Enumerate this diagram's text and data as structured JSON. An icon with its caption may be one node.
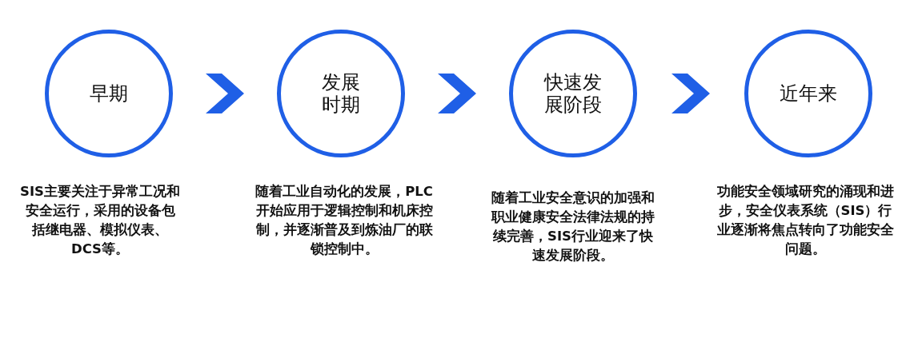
{
  "diagram": {
    "nodes": [
      {
        "text": [
          "早期"
        ],
        "beside": [
          "SIS主要关注于异常工况和安全运行，采用的设备包括继电器、模拟仪表、DCS等。"
        ]
      },
      {
        "text": [
          "发展时期"
        ],
        "beside": [
          "随着工业自动化的发展，PLC开始应用于逻辑控制和机床控制，并逐渐普及到炼油厂的联锁控制中。"
        ]
      },
      {
        "text": [
          "快速发展阶段"
        ],
        "beside": [
          "随着工业安全意识的加强和职业健康安全法律法规的持续完善，SIS行业迎来了快速发展阶段。"
        ]
      },
      {
        "text": [
          "近年来"
        ],
        "beside": [
          "功能安全领域研究的涌现和进步，安全仪表系统（SIS）行业逐渐将焦点转向了功能安全问题。"
        ]
      }
    ],
    "edges": [
      {
        "from": 0,
        "to": 1,
        "arrow": "to"
      },
      {
        "from": 1,
        "to": 2,
        "arrow": "to"
      },
      {
        "from": 2,
        "to": 3,
        "arrow": "to"
      }
    ]
  }
}
